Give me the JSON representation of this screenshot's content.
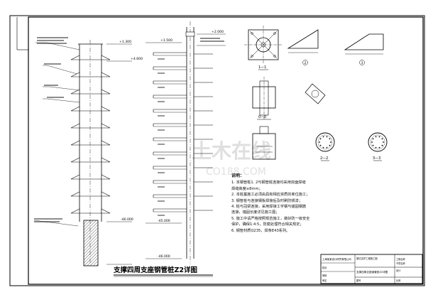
{
  "drawing": {
    "title": "支撑四周支座钢管桩Z2详图",
    "section_labels": [
      "1—1",
      "2",
      "0—0",
      "3",
      "2—2",
      "3—3"
    ],
    "dimension_labels": {
      "top_pile_a": "+1.300",
      "top_pile_b": "+4.600",
      "top_z2_a": "+1.500",
      "top_z2_b": "+2.000",
      "bottom_pile": "-46.000",
      "bottom_z2_a": "-45.000",
      "bottom_z2_b": "-46.000"
    },
    "watermark": {
      "main": "土木在线",
      "sub": "CO188.COM"
    }
  },
  "notes": {
    "title": "说明：",
    "items": [
      "1. 本钢管桩1. 2与钢管桩连接均采用双面焊缝",
      "   焊缝高度≥8mm；",
      "2. 本桩基施工必须由具有相应资质的单位施工；",
      "3. 钢管桩与连接钢板焊接后及时刷防锈漆；",
      "4. 桩与冠梁连接，采用焊接工字钢与锚固钢筋",
      "   连接，锚固长度详见施工图；",
      "5. 施工中请严格按照规范施工，做好防一级安全",
      "   保护，确保1:4:5，防腐处理符合相关规定；",
      "6. 钢管材质Q235，焊条E43系列。"
    ]
  },
  "title_block": {
    "company": "上海某某设计研究有限公司",
    "project": "基坑支护工程施工图",
    "drawing_name": "支撑四周支座钢管桩Z2详图",
    "rows": [
      "工程名称",
      "子项名称",
      "设计",
      "校对",
      "审核",
      "审定"
    ],
    "drawing_no_label": "图号",
    "scale_label": "比例"
  }
}
